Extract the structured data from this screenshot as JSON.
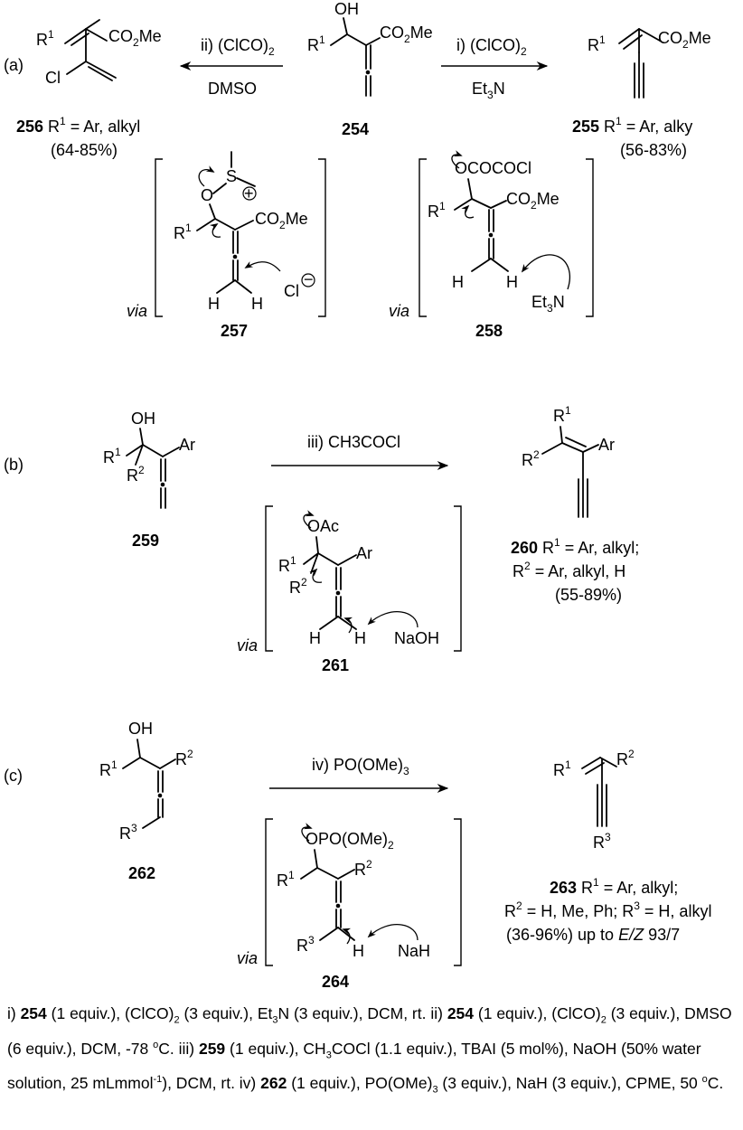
{
  "panels": {
    "a": {
      "label": "(a)",
      "start_compound": {
        "number": "254",
        "oh": "OH",
        "r": "R",
        "r_sup": "1",
        "ester": "CO",
        "ester_sub": "2",
        "ester_me": "Me"
      },
      "reaction_left": {
        "reagent_line1": "ii) (ClCO)",
        "reagent_line1_sub": "2",
        "reagent_line2": "DMSO"
      },
      "reaction_right": {
        "reagent_line1": "i) (ClCO)",
        "reagent_line1_sub": "2",
        "reagent_line2_a": "Et",
        "reagent_line2_sub": "3",
        "reagent_line2_b": "N"
      },
      "product_256": {
        "number": "256",
        "desc": " R",
        "desc_sup": "1",
        "desc_rest": " = Ar, alkyl",
        "yield": "(64-85%)",
        "cl": "Cl"
      },
      "product_255": {
        "number": "255",
        "desc": " R",
        "desc_sup": "1",
        "desc_rest": " = Ar, alky",
        "yield": "(56-83%)"
      },
      "intermediate_257": {
        "number": "257",
        "via": "via",
        "o": "O",
        "s": "S",
        "plus": "+",
        "cl": "Cl",
        "minus": "−",
        "h": "H"
      },
      "intermediate_258": {
        "number": "258",
        "via": "via",
        "group": "OCOCOCl",
        "h": "H",
        "base_a": "Et",
        "base_sub": "3",
        "base_b": "N"
      }
    },
    "b": {
      "label": "(b)",
      "start_compound": {
        "number": "259",
        "oh": "OH",
        "ar": "Ar",
        "r1": "R",
        "r1_sup": "1",
        "r2": "R",
        "r2_sup": "2"
      },
      "reagent": "iii) CH3COCl",
      "product_260": {
        "number": "260",
        "line1": " R",
        "line1_sup": "1",
        "line1_rest": " = Ar, alkyl;",
        "line2": "R",
        "line2_sup": "2",
        "line2_rest": " = Ar, alkyl, H",
        "yield": "(55-89%)"
      },
      "intermediate_261": {
        "number": "261",
        "via": "via",
        "group": "OAc",
        "h": "H",
        "base": "NaOH"
      }
    },
    "c": {
      "label": "(c)",
      "start_compound": {
        "number": "262",
        "oh": "OH",
        "r1": "R",
        "r1_sup": "1",
        "r2": "R",
        "r2_sup": "2",
        "r3": "R",
        "r3_sup": "3"
      },
      "reagent": "iv) PO(OMe)",
      "reagent_sub": "3",
      "product_263": {
        "number": "263",
        "line1": " R",
        "line1_sup": "1",
        "line1_rest": " = Ar, alkyl;",
        "line2": "R",
        "line2_sup": "2",
        "line2_rest": " = H, Me, Ph; R",
        "line2_sup2": "3",
        "line2_rest2": " = H, alkyl",
        "line3": "(36-96%) up to ",
        "line3_it": "E/Z",
        "line3_rest": " 93/7"
      },
      "intermediate_264": {
        "number": "264",
        "via": "via",
        "group": "OPO(OMe)",
        "group_sub": "2",
        "h": "H",
        "base": "NaH"
      }
    }
  },
  "footnote": {
    "i_label": "i) ",
    "i_cmpd": "254",
    "i_text": " (1 equiv.), (ClCO)",
    "i_sub": "2",
    "i_text2": " (3 equiv.), Et",
    "i_sub2": "3",
    "i_text3": "N (3 equiv.), DCM, rt. ",
    "ii_label": "ii) ",
    "ii_cmpd": "254",
    "ii_text": " (1 equiv.), (ClCO)",
    "ii_sub": "2",
    "ii_text2": " (3 equiv.), DMSO (6 equiv.), DCM, -78 ",
    "ii_sup": "o",
    "ii_text3": "C. ",
    "iii_label": "iii) ",
    "iii_cmpd": "259",
    "iii_text": " (1 equiv.), CH",
    "iii_sub": "3",
    "iii_text2": "COCl (1.1 equiv.), TBAI (5 mol%), NaOH (50% water solution, 25 mLmmol",
    "iii_sup": "-1",
    "iii_text3": "), DCM, rt. ",
    "iv_label": "iv) ",
    "iv_cmpd": "262",
    "iv_text": " (1 equiv.), PO(OMe)",
    "iv_sub": "3",
    "iv_text2": " (3 equiv.), NaH (3 equiv.), CPME, 50 ",
    "iv_sup": "o",
    "iv_text3": "C."
  }
}
